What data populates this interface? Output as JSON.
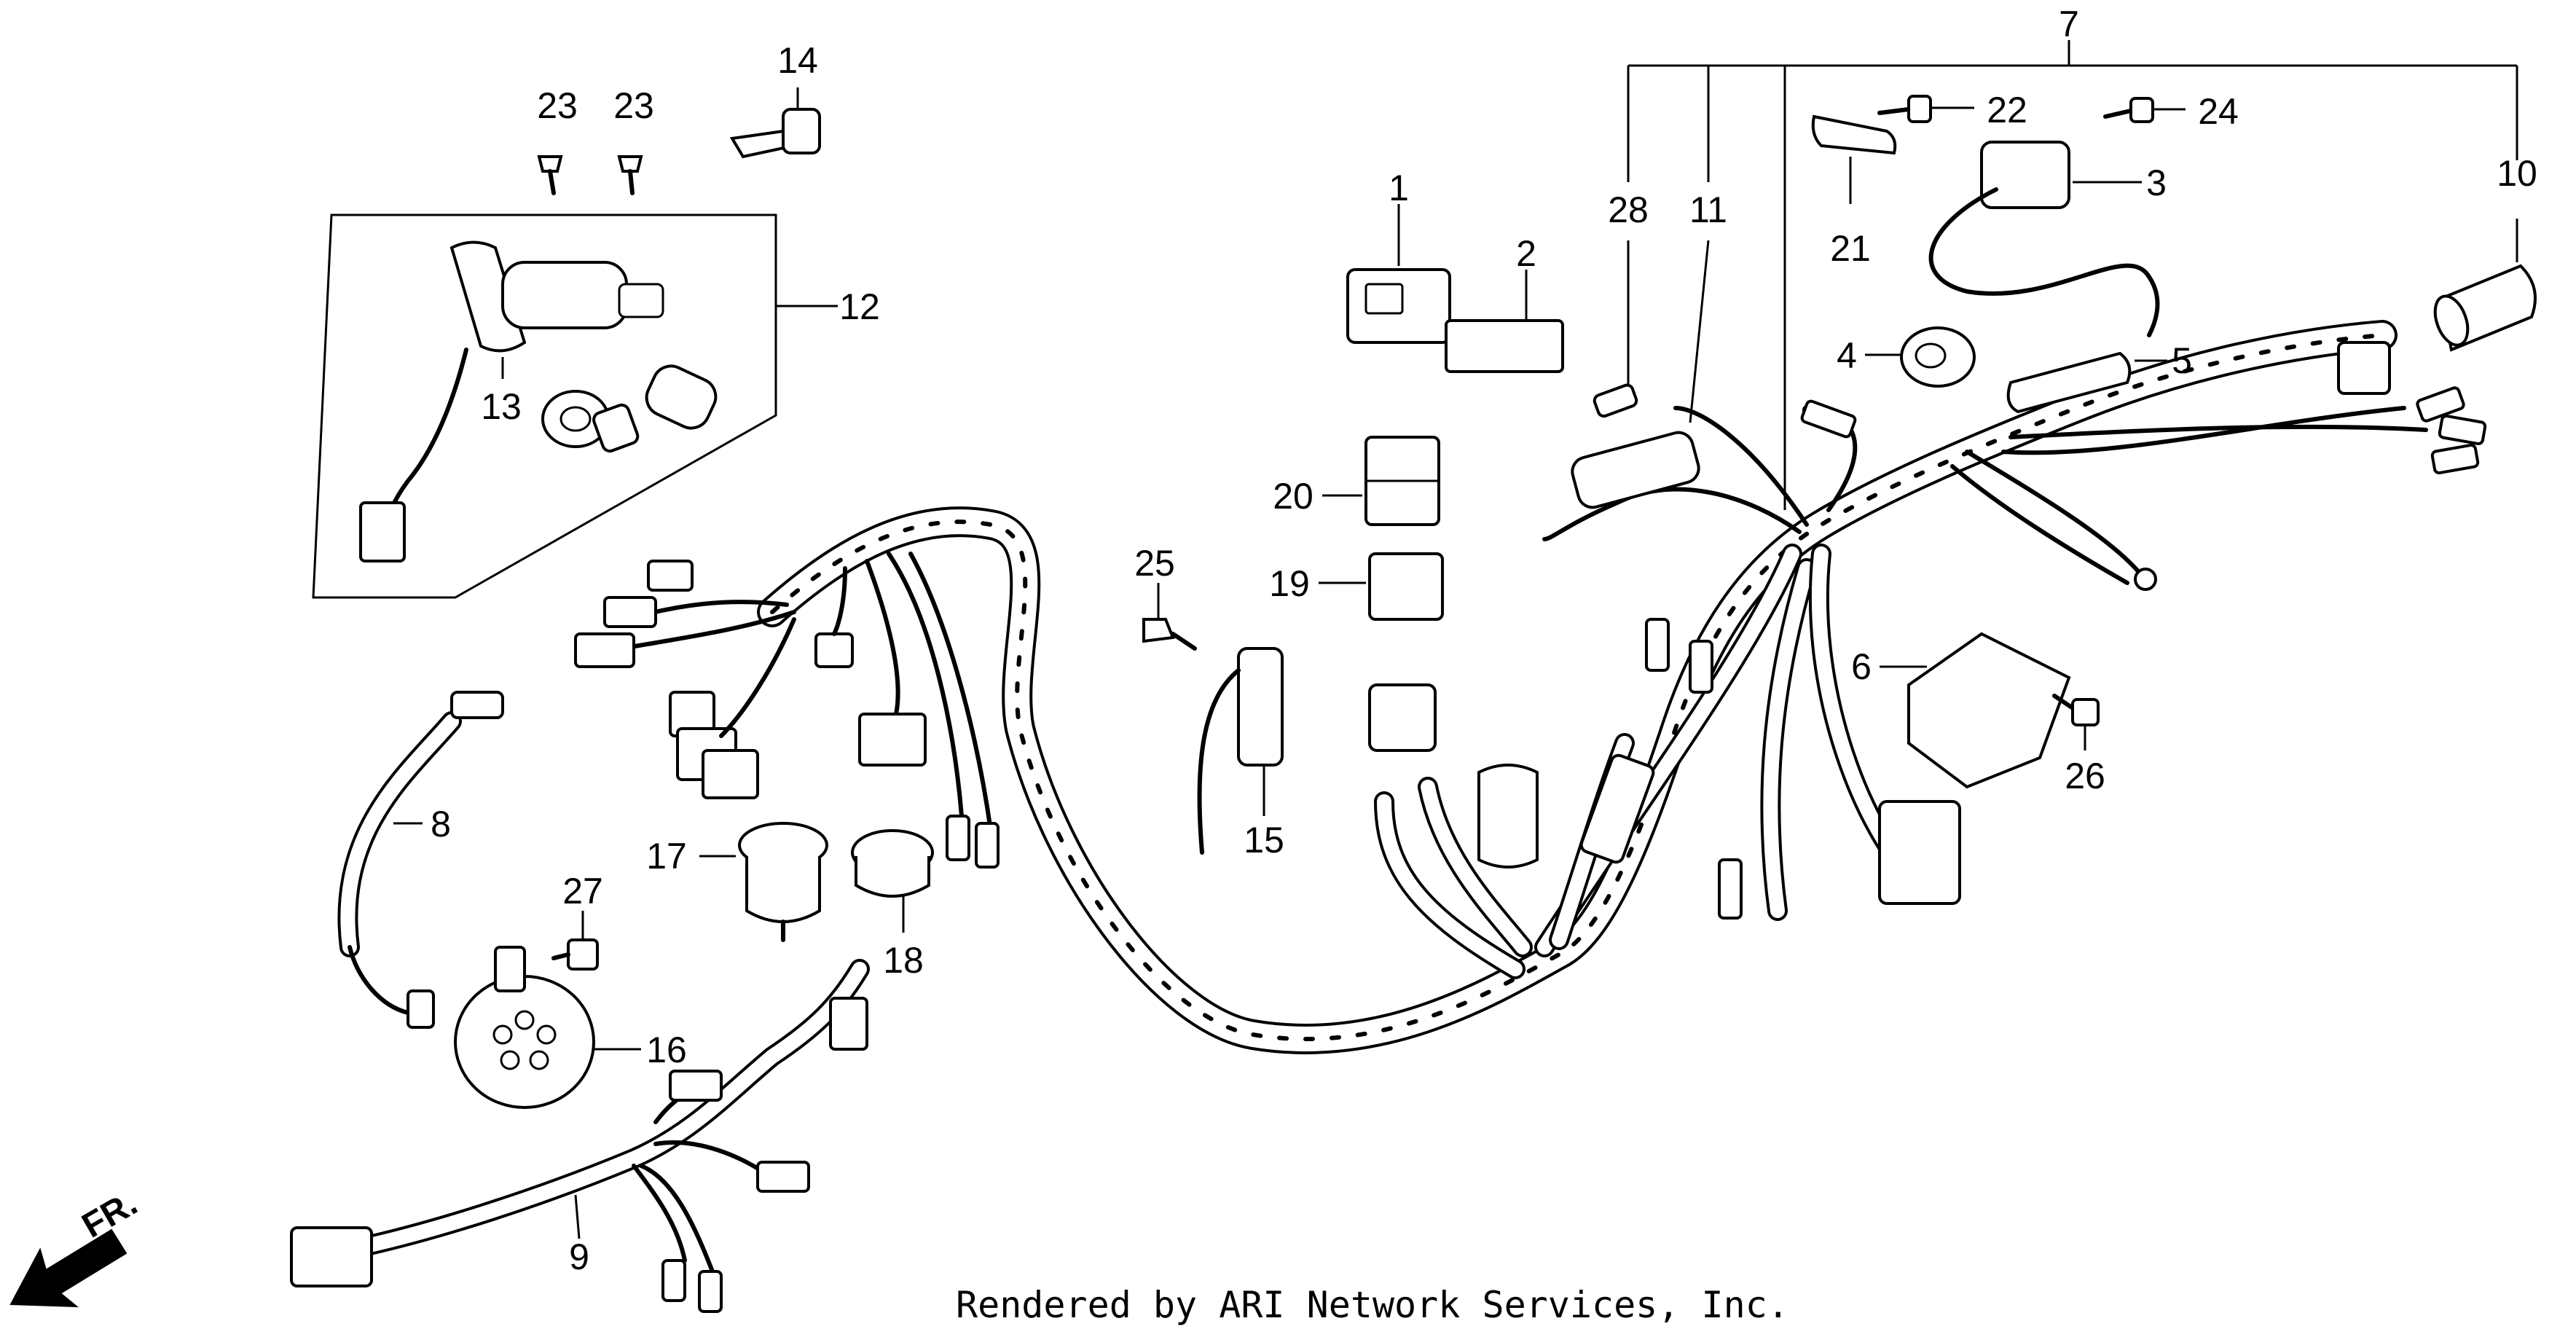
{
  "callouts": {
    "c1": "1",
    "c2": "2",
    "c3": "3",
    "c4": "4",
    "c5": "5",
    "c6": "6",
    "c7": "7",
    "c8": "8",
    "c9": "9",
    "c10": "10",
    "c11": "11",
    "c12": "12",
    "c13": "13",
    "c14": "14",
    "c15": "15",
    "c16": "16",
    "c17": "17",
    "c18": "18",
    "c19": "19",
    "c20": "20",
    "c21": "21",
    "c22": "22",
    "c23a": "23",
    "c23b": "23",
    "c24": "24",
    "c25": "25",
    "c26": "26",
    "c27": "27",
    "c28": "28"
  },
  "credit": "Rendered by ARI Network Services, Inc.",
  "direction": {
    "label": "FR.",
    "icon": "front-direction-arrow-icon"
  },
  "colors": {
    "ink": "#000000",
    "paper": "#ffffff"
  }
}
